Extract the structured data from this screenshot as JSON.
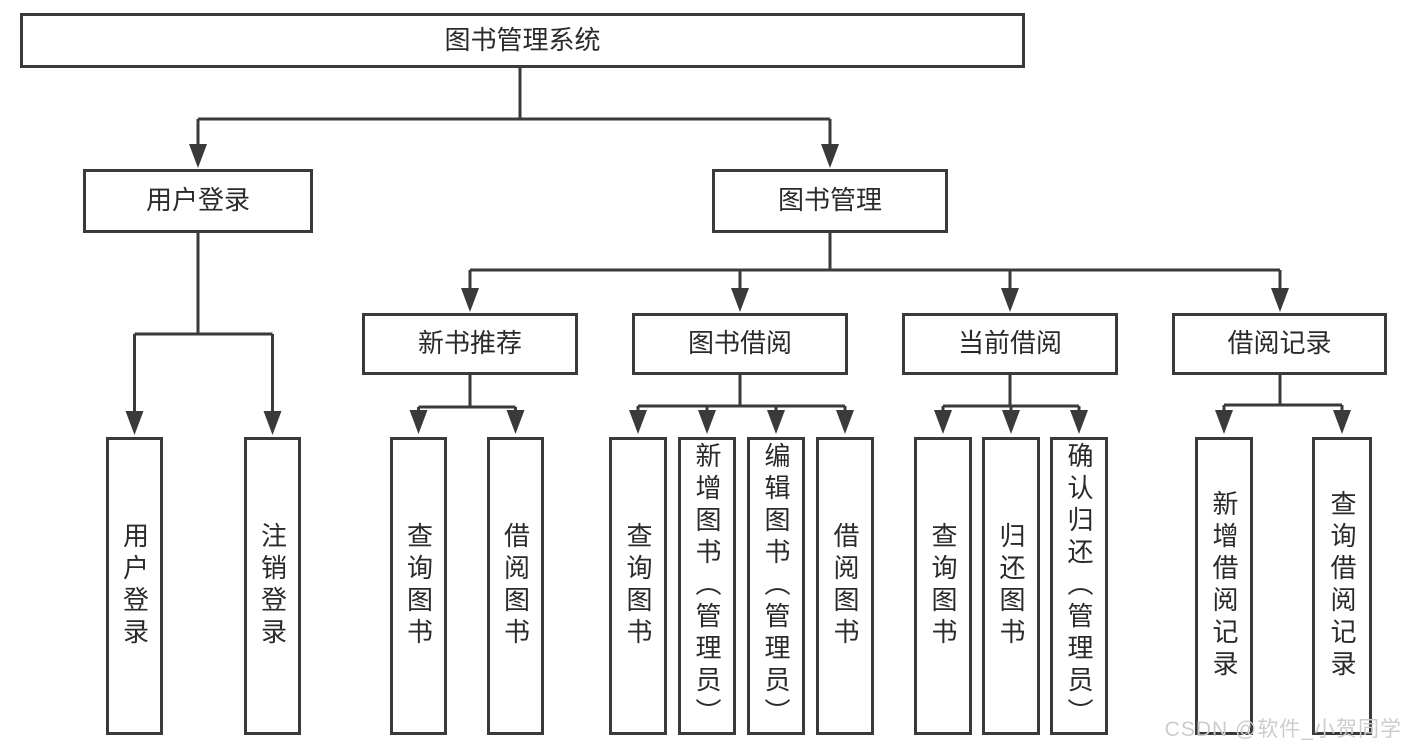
{
  "colors": {
    "background": "#ffffff",
    "stroke": "#3a3a3a",
    "text": "#2a2a2a",
    "watermark": "#cccccc"
  },
  "watermark": {
    "text": "CSDN @软件_小贺同学"
  },
  "tree": {
    "root": {
      "label": "图书管理系统"
    },
    "branches": [
      {
        "label": "用户登录",
        "leaves": [
          "用户登录",
          "注销登录"
        ]
      },
      {
        "label": "图书管理",
        "children": [
          {
            "label": "新书推荐",
            "leaves": [
              "查询图书",
              "借阅图书"
            ]
          },
          {
            "label": "图书借阅",
            "leaves": [
              "查询图书",
              "新增图书（管理员）",
              "编辑图书（管理员）",
              "借阅图书"
            ]
          },
          {
            "label": "当前借阅",
            "leaves": [
              "查询图书",
              "归还图书",
              "确认归还（管理员）"
            ]
          },
          {
            "label": "借阅记录",
            "leaves": [
              "新增借阅记录",
              "查询借阅记录"
            ]
          }
        ]
      }
    ]
  }
}
